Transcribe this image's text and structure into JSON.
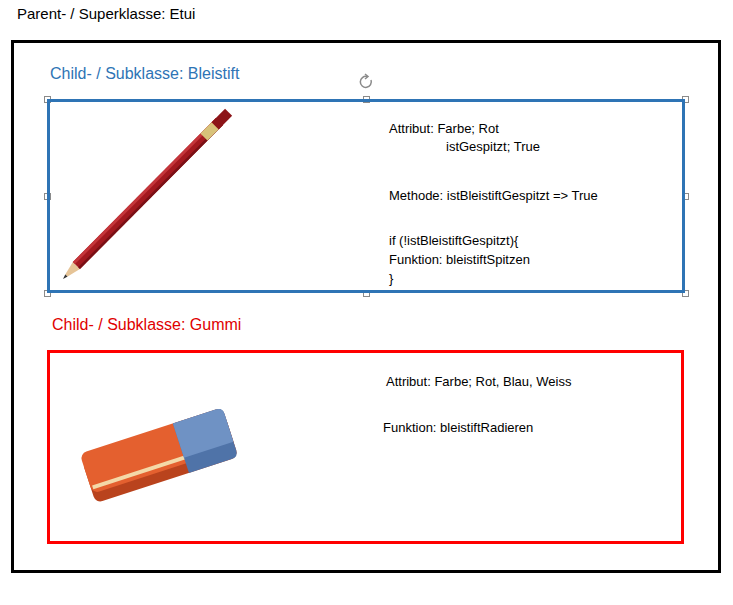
{
  "diagram": {
    "nodes": [
      {
        "text": [
          "Parent- / Superklasse: Etui"
        ]
      },
      {
        "text": [
          "Child- /  Subklasse: Bleistift",
          "Attribut: Farbe; Rot",
          "istGespitzt; True",
          "Methode: istBleistiftGespitzt => True",
          "if (!istBleistiftGespitzt){",
          "Funktion: bleistiftSpitzen",
          "}"
        ],
        "in": 0
      },
      {
        "text": [
          "Child- / Subklasse: Gummi",
          "Attribut: Farbe; Rot, Blau, Weiss",
          "Funktion: bleistiftRadieren"
        ],
        "in": 0
      }
    ]
  }
}
